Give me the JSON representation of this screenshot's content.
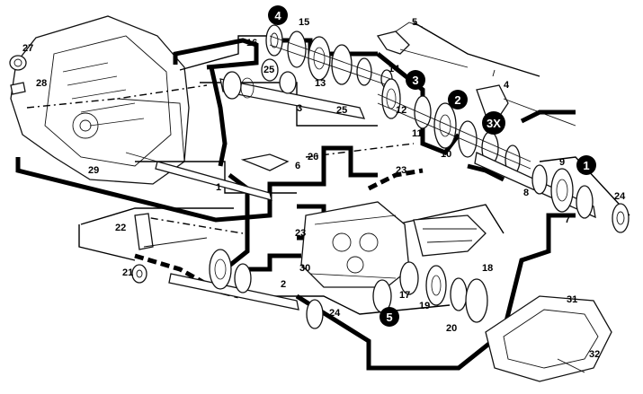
{
  "labels": [
    {
      "id": "1",
      "text": "1"
    },
    {
      "id": "2",
      "text": "2"
    },
    {
      "id": "3",
      "text": "3"
    },
    {
      "id": "4",
      "text": "4"
    },
    {
      "id": "5",
      "text": "5"
    },
    {
      "id": "6",
      "text": "6"
    },
    {
      "id": "7",
      "text": "7"
    },
    {
      "id": "8",
      "text": "8"
    },
    {
      "id": "9",
      "text": "9"
    },
    {
      "id": "10",
      "text": "10"
    },
    {
      "id": "11",
      "text": "11"
    },
    {
      "id": "12",
      "text": "12"
    },
    {
      "id": "13",
      "text": "13"
    },
    {
      "id": "14",
      "text": "14"
    },
    {
      "id": "15",
      "text": "15"
    },
    {
      "id": "16",
      "text": "16"
    },
    {
      "id": "17",
      "text": "17"
    },
    {
      "id": "18",
      "text": "18"
    },
    {
      "id": "19",
      "text": "19"
    },
    {
      "id": "20",
      "text": "20"
    },
    {
      "id": "21",
      "text": "21"
    },
    {
      "id": "22",
      "text": "22"
    },
    {
      "id": "23a",
      "text": "23"
    },
    {
      "id": "23b",
      "text": "23"
    },
    {
      "id": "24a",
      "text": "24"
    },
    {
      "id": "24b",
      "text": "24"
    },
    {
      "id": "25a",
      "text": "25"
    },
    {
      "id": "25b",
      "text": "25"
    },
    {
      "id": "26",
      "text": "26"
    },
    {
      "id": "27",
      "text": "27"
    },
    {
      "id": "28",
      "text": "28"
    },
    {
      "id": "29",
      "text": "29"
    },
    {
      "id": "30",
      "text": "30"
    },
    {
      "id": "31",
      "text": "31"
    },
    {
      "id": "32",
      "text": "32"
    }
  ],
  "badges": [
    {
      "id": "b1",
      "text": "1"
    },
    {
      "id": "b2",
      "text": "2"
    },
    {
      "id": "b3",
      "text": "3"
    },
    {
      "id": "b3x",
      "text": "3X"
    },
    {
      "id": "b4",
      "text": "4"
    },
    {
      "id": "b5",
      "text": "5"
    }
  ]
}
